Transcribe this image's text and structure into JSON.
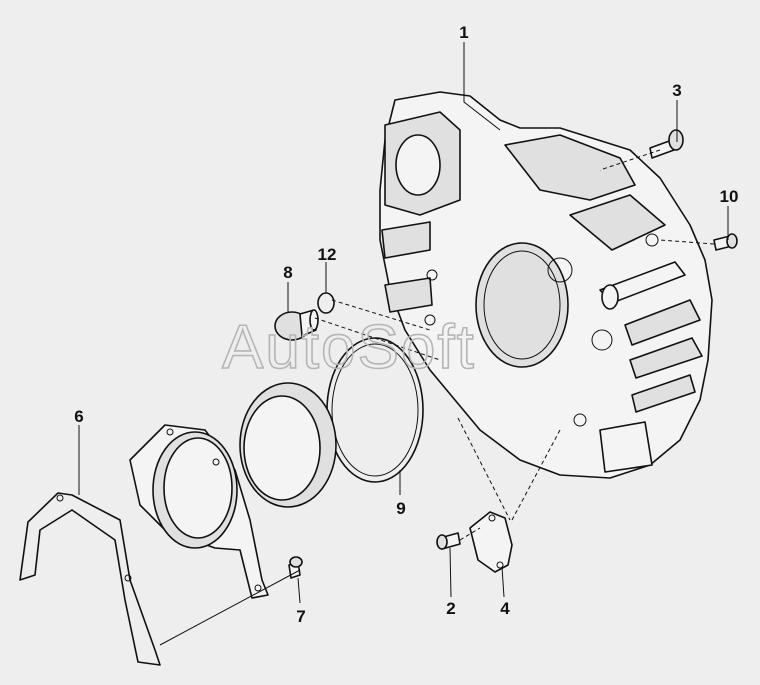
{
  "watermark": "AutoSoft",
  "callouts": {
    "c1": "1",
    "c2": "2",
    "c3": "3",
    "c4": "4",
    "c6": "6",
    "c7": "7",
    "c8": "8",
    "c9": "9",
    "c10": "10",
    "c12": "12"
  }
}
